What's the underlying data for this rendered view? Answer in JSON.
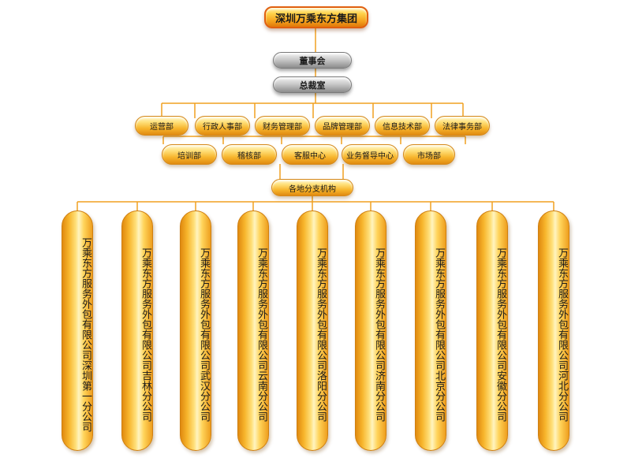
{
  "root": "深圳万乘东方集团",
  "board": "董事会",
  "office": "总裁室",
  "departments_row1": [
    "运营部",
    "行政人事部",
    "财务管理部",
    "品牌管理部",
    "信息技术部",
    "法律事务部"
  ],
  "departments_row2": [
    "培训部",
    "稽核部",
    "客服中心",
    "业务督导中心",
    "市场部"
  ],
  "branch_group": "各地分支机构",
  "branches": [
    "万乘东方服务外包有限公司深圳第一分公司",
    "万乘东方服务外包有限公司吉林分公司",
    "万乘东方服务外包有限公司武汉分公司",
    "万乘东方服务外包有限公司云南分公司",
    "万乘东方服务外包有限公司洛阳分公司",
    "万乘东方服务外包有限公司济南分公司",
    "万乘东方服务外包有限公司北京分公司",
    "万乘东方服务外包有限公司安徽分公司",
    "万乘东方服务外包有限公司河北分公司"
  ],
  "colors": {
    "connector": "#f0a020",
    "root_border": "#e06010",
    "pill": "#f7b52c",
    "gray": "#a8a8a8"
  }
}
